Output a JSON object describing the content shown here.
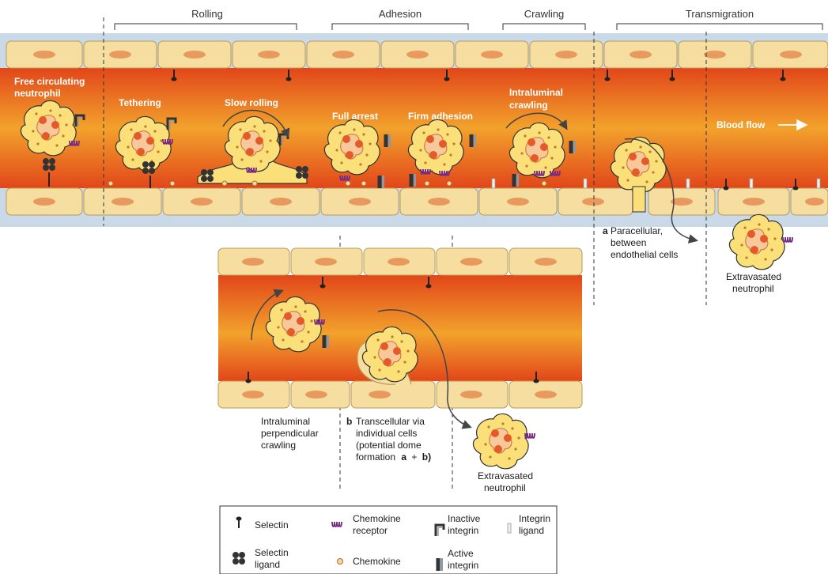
{
  "stages": {
    "rolling": "Rolling",
    "adhesion": "Adhesion",
    "crawling": "Crawling",
    "transmigration": "Transmigration"
  },
  "labels": {
    "free_1": "Free circulating",
    "free_2": "neutrophil",
    "tethering": "Tethering",
    "slow_rolling": "Slow rolling",
    "full_arrest": "Full arrest",
    "firm_adhesion": "Firm adhesion",
    "intraluminal_1": "Intraluminal",
    "intraluminal_2": "crawling",
    "blood_flow": "Blood flow",
    "para_letter": "a",
    "para_1": "Paracellular,",
    "para_2": "between",
    "para_3": "endothelial cells",
    "extra1_1": "Extravasated",
    "extra1_2": "neutrophil",
    "perp_1": "Intraluminal",
    "perp_2": "perpendicular",
    "perp_3": "crawling",
    "trans_letter": "b",
    "trans_1": "Transcellular via",
    "trans_2": "individual cells",
    "trans_3": "(potential dome",
    "trans_4a": "formation",
    "trans_4b": "a",
    "trans_4c": "+",
    "trans_4d": "b)",
    "extra2_1": "Extravasated",
    "extra2_2": "neutrophil"
  },
  "legend": {
    "selectin": "Selectin",
    "selectin_ligand_1": "Selectin",
    "selectin_ligand_2": "ligand",
    "chemokine_receptor_1": "Chemokine",
    "chemokine_receptor_2": "receptor",
    "chemokine": "Chemokine",
    "inactive_integrin_1": "Inactive",
    "inactive_integrin_2": "integrin",
    "active_integrin_1": "Active",
    "active_integrin_2": "integrin",
    "integrin_ligand_1": "Integrin",
    "integrin_ligand_2": "ligand"
  },
  "colors": {
    "vessel_edge": "#e04418",
    "vessel_center": "#f0a02a",
    "endothelium": "#f6dea0",
    "nucleus": "#e89a5e",
    "neutrophil": "#fbe07a",
    "neutrophil_nucleus": "#e65a2a"
  }
}
